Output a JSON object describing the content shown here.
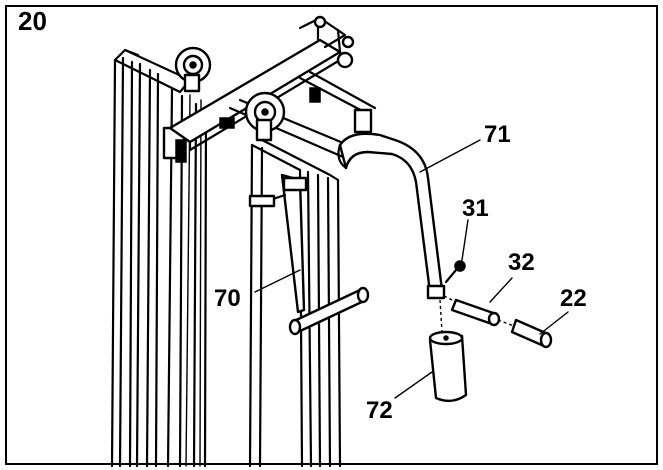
{
  "step": {
    "number": "20"
  },
  "callouts": [
    "71",
    "31",
    "32",
    "22",
    "70",
    "72"
  ]
}
